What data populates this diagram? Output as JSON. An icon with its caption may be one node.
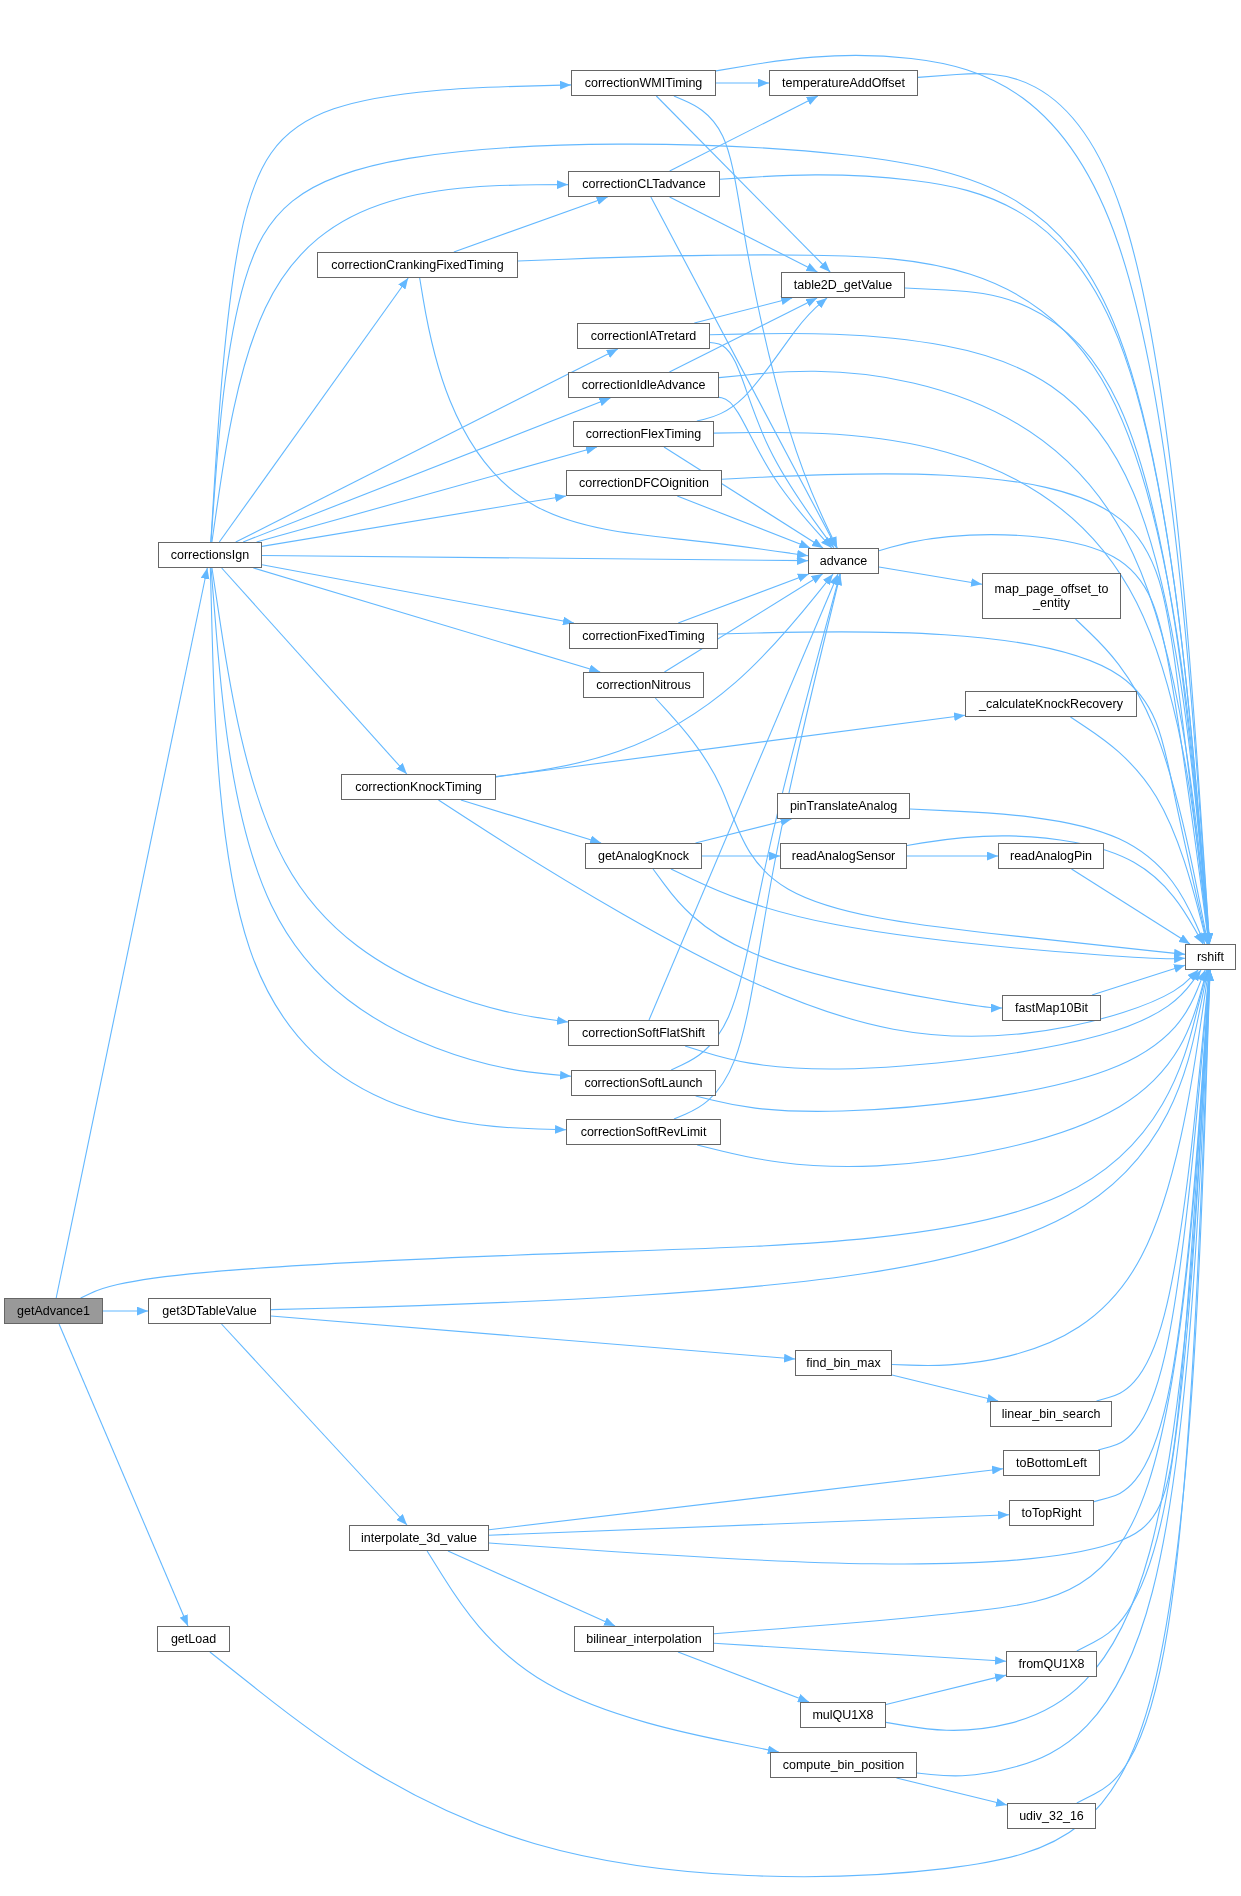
{
  "diagram": {
    "nodes": [
      {
        "text": [
          "getAdvance1"
        ]
      },
      {
        "text": [
          "correctionsIgn"
        ]
      },
      {
        "text": [
          "get3DTableValue"
        ]
      },
      {
        "text": [
          "getLoad"
        ]
      },
      {
        "text": [
          "correctionCrankingFixedTiming"
        ]
      },
      {
        "text": [
          "correctionKnockTiming"
        ]
      },
      {
        "text": [
          "interpolate_3d_value"
        ]
      },
      {
        "text": [
          "correctionWMITiming"
        ]
      },
      {
        "text": [
          "correctionCLTadvance"
        ]
      },
      {
        "text": [
          "correctionIATretard"
        ]
      },
      {
        "text": [
          "correctionIdleAdvance"
        ]
      },
      {
        "text": [
          "correctionFlexTiming"
        ]
      },
      {
        "text": [
          "correctionDFCOignition"
        ]
      },
      {
        "text": [
          "correctionFixedTiming"
        ]
      },
      {
        "text": [
          "correctionNitrous"
        ]
      },
      {
        "text": [
          "getAnalogKnock"
        ]
      },
      {
        "text": [
          "correctionSoftFlatShift"
        ]
      },
      {
        "text": [
          "correctionSoftLaunch"
        ]
      },
      {
        "text": [
          "correctionSoftRevLimit"
        ]
      },
      {
        "text": [
          "bilinear_interpolation"
        ]
      },
      {
        "text": [
          "temperatureAddOffset"
        ]
      },
      {
        "text": [
          "table2D_getValue"
        ]
      },
      {
        "text": [
          "advance"
        ]
      },
      {
        "text": [
          "pinTranslateAnalog"
        ]
      },
      {
        "text": [
          "readAnalogSensor"
        ]
      },
      {
        "text": [
          "find_bin_max"
        ]
      },
      {
        "text": [
          "mulQU1X8"
        ]
      },
      {
        "text": [
          "compute_bin_position"
        ]
      },
      {
        "text": [
          "map_page_offset_to _entity"
        ]
      },
      {
        "text": [
          "_calculateKnockRecovery"
        ]
      },
      {
        "text": [
          "readAnalogPin"
        ]
      },
      {
        "text": [
          "fastMap10Bit"
        ]
      },
      {
        "text": [
          "linear_bin_search"
        ]
      },
      {
        "text": [
          "toBottomLeft"
        ]
      },
      {
        "text": [
          "toTopRight"
        ]
      },
      {
        "text": [
          "fromQU1X8"
        ]
      },
      {
        "text": [
          "udiv_32_16"
        ]
      },
      {
        "text": [
          "rshift"
        ]
      }
    ],
    "edges": [
      {
        "from": 0,
        "to": 1,
        "arrow": "to"
      },
      {
        "from": 0,
        "to": 2,
        "arrow": "to"
      },
      {
        "from": 0,
        "to": 3,
        "arrow": "to"
      },
      {
        "from": 0,
        "to": 37,
        "arrow": "to"
      },
      {
        "from": 1,
        "to": 7,
        "arrow": "to"
      },
      {
        "from": 1,
        "to": 37,
        "arrow": "to"
      },
      {
        "from": 1,
        "to": 8,
        "arrow": "to"
      },
      {
        "from": 1,
        "to": 4,
        "arrow": "to"
      },
      {
        "from": 1,
        "to": 9,
        "arrow": "to"
      },
      {
        "from": 1,
        "to": 10,
        "arrow": "to"
      },
      {
        "from": 1,
        "to": 11,
        "arrow": "to"
      },
      {
        "from": 1,
        "to": 12,
        "arrow": "to"
      },
      {
        "from": 1,
        "to": 22,
        "arrow": "to"
      },
      {
        "from": 1,
        "to": 13,
        "arrow": "to"
      },
      {
        "from": 1,
        "to": 14,
        "arrow": "to"
      },
      {
        "from": 1,
        "to": 5,
        "arrow": "to"
      },
      {
        "from": 1,
        "to": 16,
        "arrow": "to"
      },
      {
        "from": 1,
        "to": 17,
        "arrow": "to"
      },
      {
        "from": 1,
        "to": 18,
        "arrow": "to"
      },
      {
        "from": 4,
        "to": 8,
        "arrow": "to"
      },
      {
        "from": 4,
        "to": 37,
        "arrow": "to"
      },
      {
        "from": 4,
        "to": 22,
        "arrow": "to"
      },
      {
        "from": 7,
        "to": 20,
        "arrow": "to"
      },
      {
        "from": 7,
        "to": 37,
        "arrow": "to"
      },
      {
        "from": 7,
        "to": 21,
        "arrow": "to"
      },
      {
        "from": 7,
        "to": 22,
        "arrow": "to"
      },
      {
        "from": 8,
        "to": 20,
        "arrow": "to"
      },
      {
        "from": 8,
        "to": 37,
        "arrow": "to"
      },
      {
        "from": 8,
        "to": 21,
        "arrow": "to"
      },
      {
        "from": 8,
        "to": 22,
        "arrow": "to"
      },
      {
        "from": 9,
        "to": 21,
        "arrow": "to"
      },
      {
        "from": 9,
        "to": 37,
        "arrow": "to"
      },
      {
        "from": 9,
        "to": 22,
        "arrow": "to"
      },
      {
        "from": 10,
        "to": 21,
        "arrow": "to"
      },
      {
        "from": 10,
        "to": 37,
        "arrow": "to"
      },
      {
        "from": 10,
        "to": 22,
        "arrow": "to"
      },
      {
        "from": 11,
        "to": 21,
        "arrow": "to"
      },
      {
        "from": 11,
        "to": 37,
        "arrow": "to"
      },
      {
        "from": 11,
        "to": 22,
        "arrow": "to"
      },
      {
        "from": 12,
        "to": 37,
        "arrow": "to"
      },
      {
        "from": 12,
        "to": 22,
        "arrow": "to"
      },
      {
        "from": 13,
        "to": 22,
        "arrow": "to"
      },
      {
        "from": 13,
        "to": 37,
        "arrow": "to"
      },
      {
        "from": 14,
        "to": 22,
        "arrow": "to"
      },
      {
        "from": 14,
        "to": 37,
        "arrow": "to"
      },
      {
        "from": 5,
        "to": 22,
        "arrow": "to"
      },
      {
        "from": 5,
        "to": 29,
        "arrow": "to"
      },
      {
        "from": 5,
        "to": 15,
        "arrow": "to"
      },
      {
        "from": 5,
        "to": 37,
        "arrow": "to"
      },
      {
        "from": 15,
        "to": 23,
        "arrow": "to"
      },
      {
        "from": 15,
        "to": 24,
        "arrow": "to"
      },
      {
        "from": 15,
        "to": 37,
        "arrow": "to"
      },
      {
        "from": 15,
        "to": 31,
        "arrow": "to"
      },
      {
        "from": 16,
        "to": 22,
        "arrow": "to"
      },
      {
        "from": 16,
        "to": 37,
        "arrow": "to"
      },
      {
        "from": 17,
        "to": 22,
        "arrow": "to"
      },
      {
        "from": 17,
        "to": 37,
        "arrow": "to"
      },
      {
        "from": 18,
        "to": 22,
        "arrow": "to"
      },
      {
        "from": 18,
        "to": 37,
        "arrow": "to"
      },
      {
        "from": 20,
        "to": 37,
        "arrow": "to"
      },
      {
        "from": 21,
        "to": 37,
        "arrow": "to"
      },
      {
        "from": 22,
        "to": 37,
        "arrow": "to"
      },
      {
        "from": 22,
        "to": 28,
        "arrow": "to"
      },
      {
        "from": 28,
        "to": 37,
        "arrow": "to"
      },
      {
        "from": 29,
        "to": 37,
        "arrow": "to"
      },
      {
        "from": 23,
        "to": 37,
        "arrow": "to"
      },
      {
        "from": 24,
        "to": 37,
        "arrow": "to"
      },
      {
        "from": 24,
        "to": 30,
        "arrow": "to"
      },
      {
        "from": 30,
        "to": 37,
        "arrow": "to"
      },
      {
        "from": 31,
        "to": 37,
        "arrow": "to"
      },
      {
        "from": 2,
        "to": 37,
        "arrow": "to"
      },
      {
        "from": 2,
        "to": 25,
        "arrow": "to"
      },
      {
        "from": 2,
        "to": 6,
        "arrow": "to"
      },
      {
        "from": 25,
        "to": 37,
        "arrow": "to"
      },
      {
        "from": 25,
        "to": 32,
        "arrow": "to"
      },
      {
        "from": 32,
        "to": 37,
        "arrow": "to"
      },
      {
        "from": 33,
        "to": 37,
        "arrow": "to"
      },
      {
        "from": 34,
        "to": 37,
        "arrow": "to"
      },
      {
        "from": 6,
        "to": 33,
        "arrow": "to"
      },
      {
        "from": 6,
        "to": 34,
        "arrow": "to"
      },
      {
        "from": 6,
        "to": 37,
        "arrow": "to"
      },
      {
        "from": 6,
        "to": 19,
        "arrow": "to"
      },
      {
        "from": 6,
        "to": 27,
        "arrow": "to"
      },
      {
        "from": 19,
        "to": 37,
        "arrow": "to"
      },
      {
        "from": 19,
        "to": 35,
        "arrow": "to"
      },
      {
        "from": 19,
        "to": 26,
        "arrow": "to"
      },
      {
        "from": 26,
        "to": 35,
        "arrow": "to"
      },
      {
        "from": 26,
        "to": 37,
        "arrow": "to"
      },
      {
        "from": 27,
        "to": 37,
        "arrow": "to"
      },
      {
        "from": 27,
        "to": 36,
        "arrow": "to"
      },
      {
        "from": 35,
        "to": 37,
        "arrow": "to"
      },
      {
        "from": 36,
        "to": 37,
        "arrow": "to"
      },
      {
        "from": 3,
        "to": 37,
        "arrow": "to"
      }
    ]
  }
}
